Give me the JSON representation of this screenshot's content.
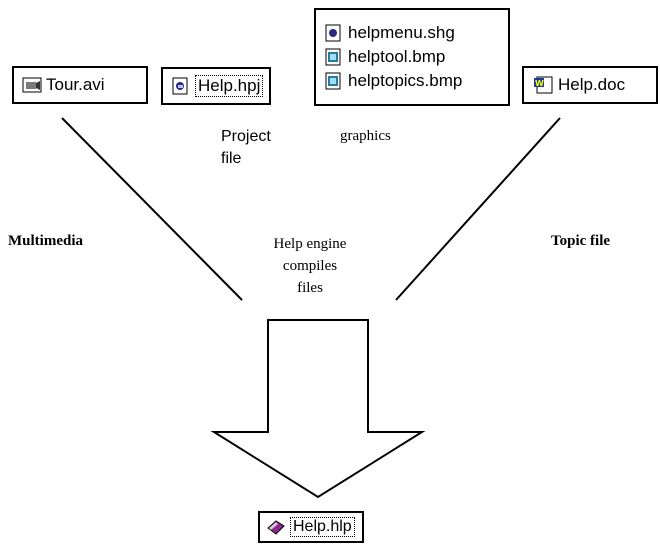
{
  "inputs": {
    "multimedia_file": "Tour.avi",
    "project_file": "Help.hpj",
    "graphics_files": [
      "helpmenu.shg",
      "helptool.bmp",
      "helptopics.bmp"
    ],
    "topic_file": "Help.doc"
  },
  "labels": {
    "project_file": "Project\nfile",
    "graphics": "graphics",
    "multimedia": "Multimedia",
    "topic_file": "Topic file",
    "help_engine": "Help engine\ncompiles\nfiles"
  },
  "output": {
    "compiled_file": "Help.hlp"
  }
}
